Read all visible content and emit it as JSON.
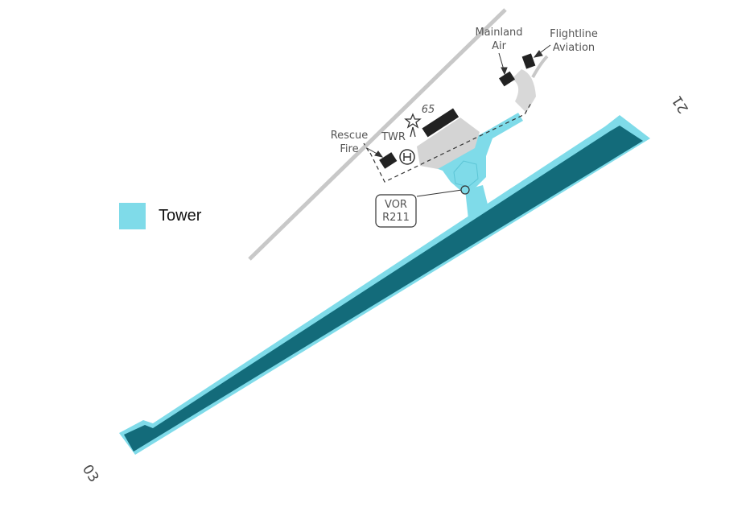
{
  "legend": {
    "label": "Tower",
    "color": "#7fdbe9"
  },
  "runway_ends": {
    "south": "03",
    "north": "21"
  },
  "labels": {
    "mainland": [
      "Mainland",
      "Air"
    ],
    "flightline": [
      "Flightline",
      "Aviation"
    ],
    "rescue": [
      "Rescue",
      "Fire"
    ],
    "twr": "TWR",
    "elevation": "65",
    "vor": [
      "VOR",
      "R211"
    ]
  },
  "colors": {
    "runway": "#136b7a",
    "tower_area": "#7fdbe9",
    "buildings": "#222222",
    "road": "#c8c8c8",
    "apron": "#d4d4d4"
  },
  "icons": [
    "beacon-icon",
    "heliport-icon",
    "vor-icon"
  ]
}
